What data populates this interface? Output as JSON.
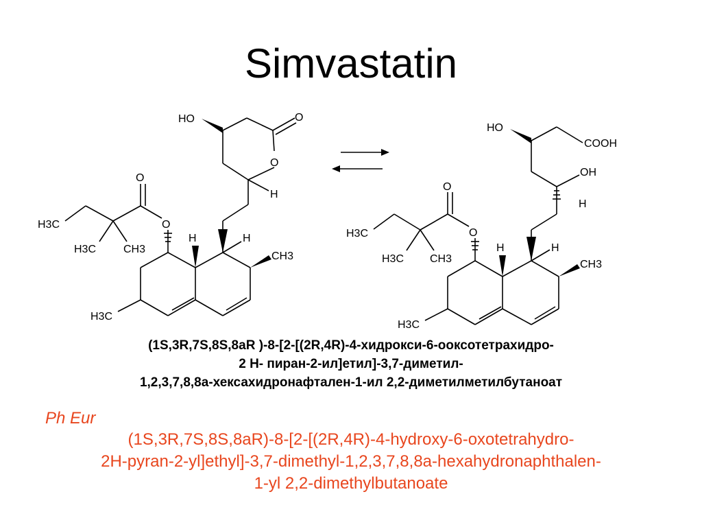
{
  "title": "Simvastatin",
  "atoms": {
    "ho": "HO",
    "o": "O",
    "h": "H",
    "cooh": "COOH",
    "oh": "OH",
    "h3c": "H3C",
    "ch3": "CH3"
  },
  "reaction": {
    "arrows": "equilibrium"
  },
  "name_ru": {
    "line1": "(1S,3R,7S,8S,8aR )-8-[2-[(2R,4R)-4-хидрокси-6-ооксотетрахидро-",
    "line2": "2 H- пиран-2-ил]етил]-3,7-диметил-",
    "line3": "1,2,3,7,8,8а-хексахидронафтален-1-ил 2,2-диметилметилбутаноат"
  },
  "source": "Ph Eur",
  "name_en": {
    "line1": "(1S,3R,7S,8S,8aR)-8-[2-[(2R,4R)-4-hydroxy-6-oxotetrahydro-",
    "line2": "2H-pyran-2-yl]ethyl]-3,7-dimethyl-1,2,3,7,8,8a-hexahydronaphthalen-",
    "line3": "1-yl 2,2-dimethylbutanoate"
  },
  "colors": {
    "text": "#000000",
    "accent": "#e8461e"
  }
}
